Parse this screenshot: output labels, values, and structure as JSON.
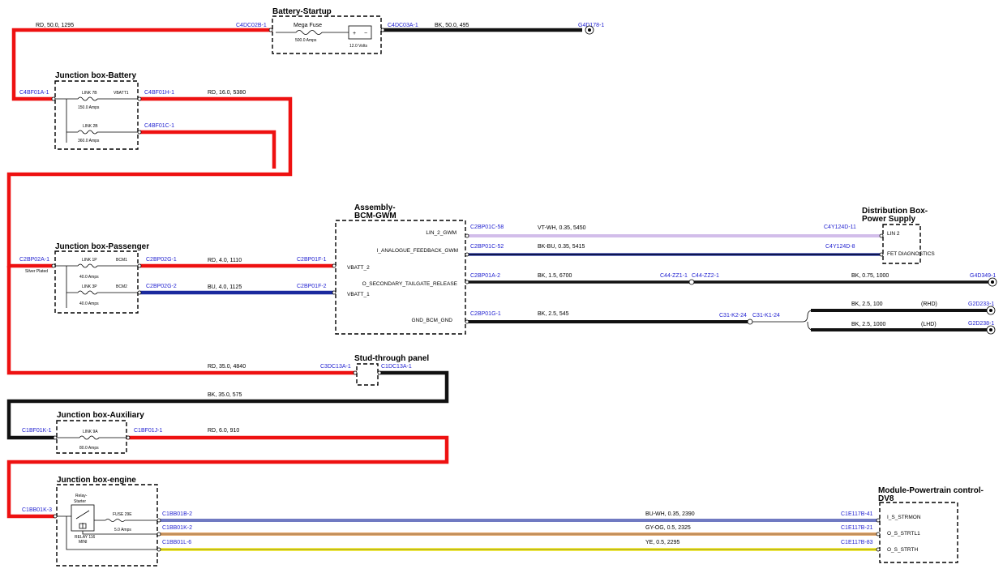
{
  "colors": {
    "red": "#ee1111",
    "black": "#111111",
    "blue": "#1a2a9e",
    "violet": "#a67bd6",
    "orange": "#d98a3a",
    "yellow": "#f3ea1a",
    "connector_text": "#1f1fd0"
  },
  "boxes": {
    "battery_startup": {
      "title": "Battery-Startup",
      "fuse_label": "Mega Fuse",
      "fuse_rating": "500.0 Amps",
      "battery_voltage": "12.0 Volts"
    },
    "jb_battery": {
      "title": "Junction box-Battery",
      "link1": "LINK 7B",
      "link1_rating": "150.0 Amps",
      "link1_out": "VBATT1",
      "link2": "LINK 2B",
      "link2_rating": "360.0 Amps"
    },
    "jb_passenger": {
      "title": "Junction box-Passenger",
      "link1": "LINK 1P",
      "link1_rating": "40.0 Amps",
      "link1_out": "BCM1",
      "link2": "LINK 3P",
      "link2_rating": "40.0 Amps",
      "link2_out": "BCM2"
    },
    "bcm": {
      "title_line1": "Assembly-",
      "title_line2": "BCM-GWM",
      "pins_left": [
        "VBATT_2",
        "VBATT_1"
      ],
      "pins_right": [
        "LIN_2_GWM",
        "I_ANALOGUE_FEEDBACK_GWM",
        "O_SECONDARY_TAILGATE_RELEASE",
        "GND_BCM_GND"
      ]
    },
    "dist_box": {
      "title_line1": "Distribution Box-",
      "title_line2": "Power Supply",
      "pins": [
        "LIN 2",
        "FET DIAGNOSTICS"
      ]
    },
    "stud": {
      "title": "Stud-through panel"
    },
    "jb_aux": {
      "title": "Junction box-Auxiliary",
      "link": "LINK 9A",
      "link_rating": "80.0 Amps"
    },
    "jb_engine": {
      "title": "Junction box-engine",
      "relay_line1": "Relay-",
      "relay_line2": "Starter",
      "relay_label_line1": "RELAY 116",
      "relay_label_line2": "MINI",
      "fuse": "FUSE 29E",
      "fuse_rating": "5.0 Amps"
    },
    "pcm": {
      "title_line1": "Module-Powertrain control-",
      "title_line2": "DV8",
      "pins": [
        "I_S_STRMON",
        "O_S_STRTL1",
        "O_S_STRTH"
      ]
    }
  },
  "connectors": {
    "c4dc02b": "C4DC02B-1",
    "c4dc03a": "C4DC03A-1",
    "g4d178": "G4D178-1",
    "c4bf01a": "C4BF01A-1",
    "c4bf01h": "C4BF01H-1",
    "c4bf01c": "C4BF01C-1",
    "c2bp02a": "C2BP02A-1",
    "silver_plated": "Silver Plated",
    "c2bp02g1": "C2BP02G-1",
    "c2bp02g2": "C2BP02G-2",
    "c2bp01f1": "C2BP01F-1",
    "c2bp01f2": "C2BP01F-2",
    "c2bp01c58": "C2BP01C-58",
    "c2bp01c52": "C2BP01C-52",
    "c2bp01a2": "C2BP01A-2",
    "c2bp01g1": "C2BP01G-1",
    "c4y124d11": "C4Y124D-11",
    "c4y124d8": "C4Y124D-8",
    "c44zz11": "C44-ZZ1-1",
    "c44zz21": "C44-ZZ2-1",
    "g4d349": "G4D349-1",
    "c31k224a": "C31-K2-24",
    "c31k124": "C31-K1-24",
    "g2d233": "G2D233-1",
    "g2d238": "G2D238-1",
    "rhd": "(RHD)",
    "lhd": "(LHD)",
    "c3dc13a": "C3DC13A-1",
    "c1dc13a": "C1DC13A-1",
    "c1bf01k": "C1BF01K-1",
    "c1bf01j": "C1BF01J-1",
    "c1bb01k3": "C1BB01K-3",
    "c1bb01b2": "C1BB01B-2",
    "c1bb01k2": "C1BB01K-2",
    "c1bb01l6": "C1BB01L-6",
    "c1e117b41": "C1E117B-41",
    "c1e117b21": "C1E117B-21",
    "c1e117b83": "C1E117B-83"
  },
  "wires": {
    "w1295": "RD, 50.0, 1295",
    "w495": "BK, 50.0, 495",
    "w5380": "RD, 16.0, 5380",
    "w1110": "RD, 4.0, 1110",
    "w1125": "BU, 4.0, 1125",
    "w5450": "VT-WH, 0.35, 5450",
    "w5415": "BK-BU, 0.35, 5415",
    "w6700": "BK, 1.5, 6700",
    "w1000a": "BK, 0.75, 1000",
    "w545": "BK, 2.5, 545",
    "w100": "BK, 2.5, 100",
    "w1000b": "BK, 2.5, 1000",
    "w4840": "RD, 35.0, 4840",
    "w575": "BK, 35.0, 575",
    "w910": "RD, 6.0, 910",
    "w2390": "BU-WH, 0.35, 2390",
    "w2325": "GY-OG, 0.5, 2325",
    "w2295": "YE, 0.5, 2295"
  }
}
